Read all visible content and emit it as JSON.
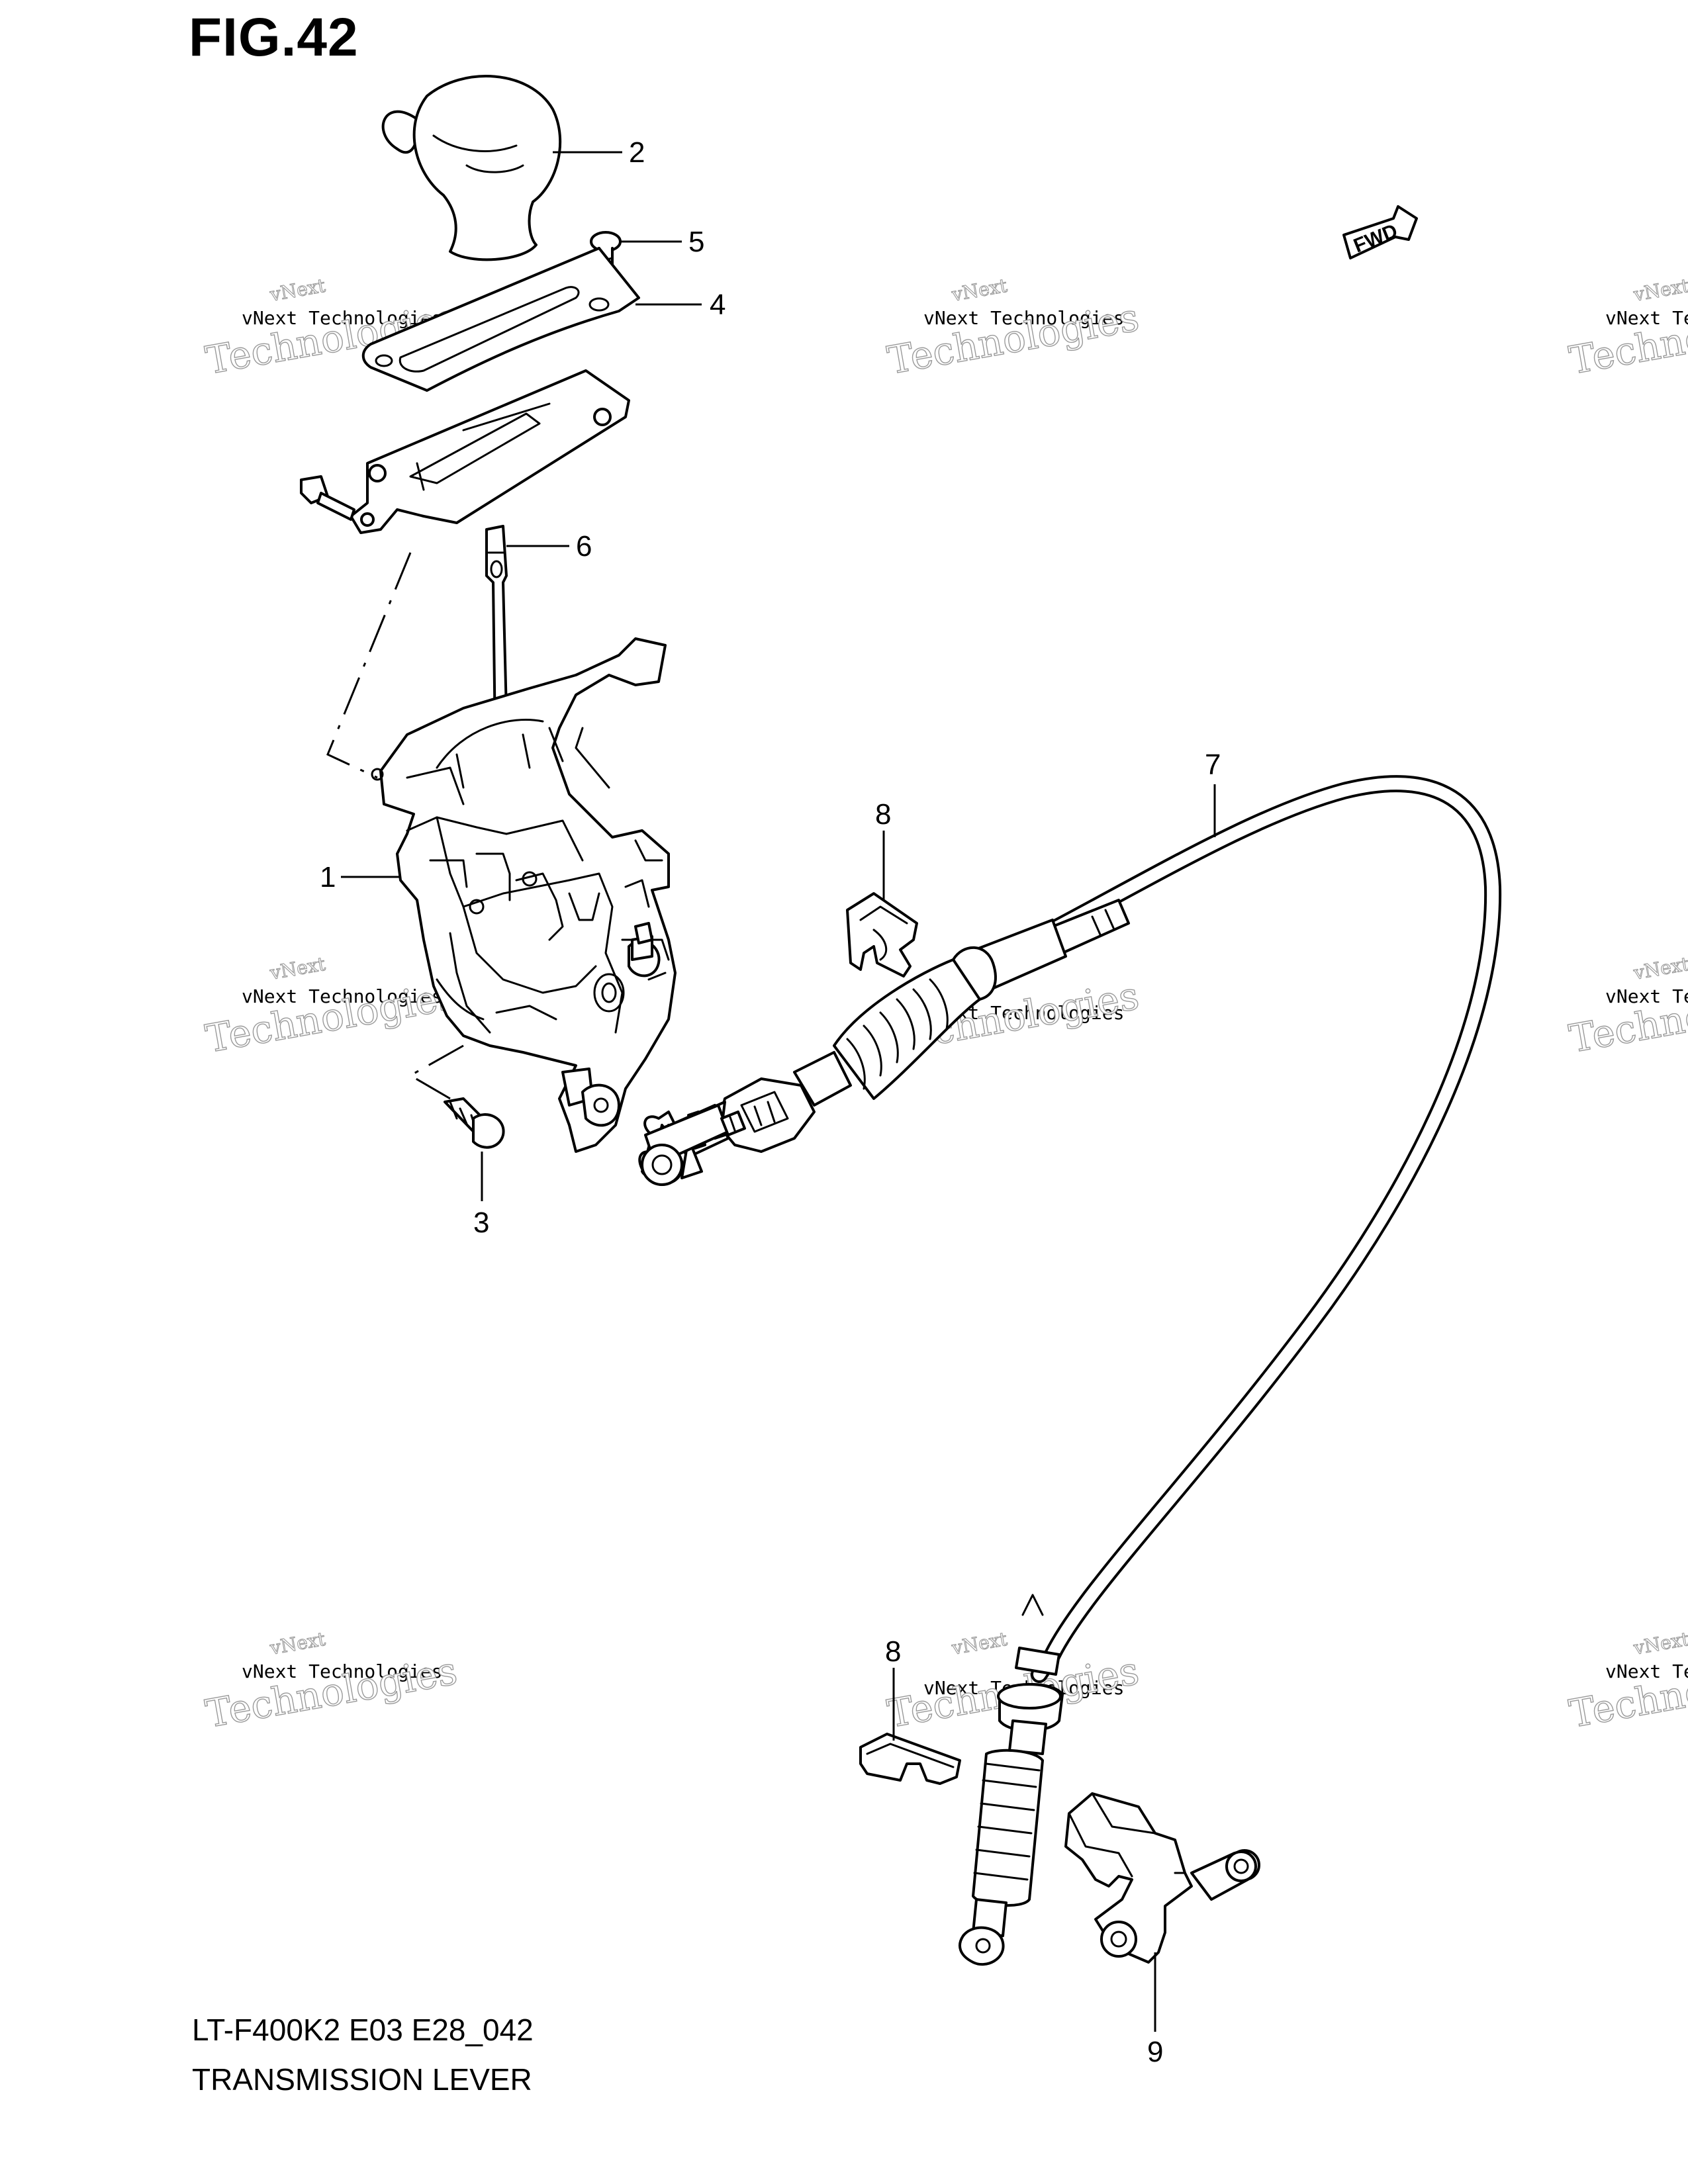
{
  "figure": {
    "title": "FIG.42",
    "model_code": "LT-F400K2 E03 E28_042",
    "section_title": "TRANSMISSION LEVER",
    "direction_badge": "FWD"
  },
  "callouts": [
    {
      "id": "1",
      "label": "1"
    },
    {
      "id": "2",
      "label": "2"
    },
    {
      "id": "3",
      "label": "3"
    },
    {
      "id": "4",
      "label": "4"
    },
    {
      "id": "5",
      "label": "5"
    },
    {
      "id": "6",
      "label": "6"
    },
    {
      "id": "7",
      "label": "7"
    },
    {
      "id": "8a",
      "label": "8"
    },
    {
      "id": "8b",
      "label": "8"
    },
    {
      "id": "9",
      "label": "9"
    }
  ],
  "watermark": {
    "line1": "vNext",
    "line2": "vNext Technologies",
    "line3": "Technologies"
  }
}
